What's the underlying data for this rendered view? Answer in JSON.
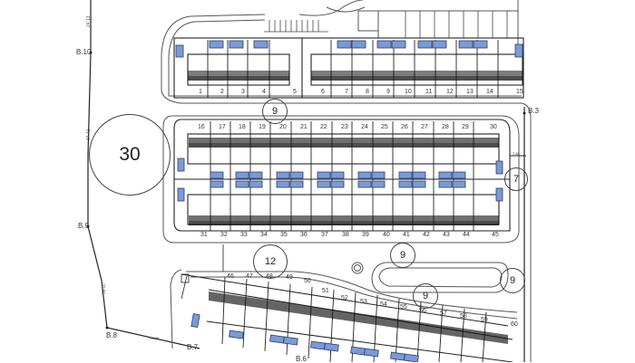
{
  "plan": {
    "boundary_points": [
      "B.10",
      "B.9",
      "B.8",
      "B.7",
      "B.6",
      "B.3"
    ],
    "dimension_labels": [
      "24.13",
      "14.41",
      "56.07",
      "26.85",
      "7.83"
    ],
    "bubbles": [
      {
        "id": "b30",
        "label": "30"
      },
      {
        "id": "b9a",
        "label": "9"
      },
      {
        "id": "b12",
        "label": "12"
      },
      {
        "id": "b7",
        "label": "7"
      },
      {
        "id": "b9b",
        "label": "9"
      },
      {
        "id": "b9c",
        "label": "9"
      },
      {
        "id": "b9d",
        "label": "9"
      }
    ],
    "top_row_lots": [
      "1",
      "2",
      "3",
      "4",
      "5",
      "6",
      "7",
      "8",
      "9",
      "10",
      "11",
      "12",
      "13",
      "14",
      "15"
    ],
    "middle_upper_lots": [
      "16",
      "17",
      "18",
      "19",
      "20",
      "21",
      "22",
      "23",
      "24",
      "25",
      "26",
      "27",
      "28",
      "29",
      "30"
    ],
    "middle_lower_lots": [
      "31",
      "32",
      "33",
      "34",
      "35",
      "36",
      "37",
      "38",
      "39",
      "40",
      "41",
      "42",
      "43",
      "44",
      "45"
    ],
    "bottom_row_lots": [
      "46",
      "47",
      "48",
      "49",
      "50",
      "51",
      "52",
      "53",
      "54",
      "55",
      "56",
      "57",
      "58",
      "59",
      "60"
    ],
    "colors": {
      "parking_fill": "#7b9ad6",
      "parking_stroke": "#2d3f66",
      "line": "#222222",
      "road": "#555555"
    }
  }
}
